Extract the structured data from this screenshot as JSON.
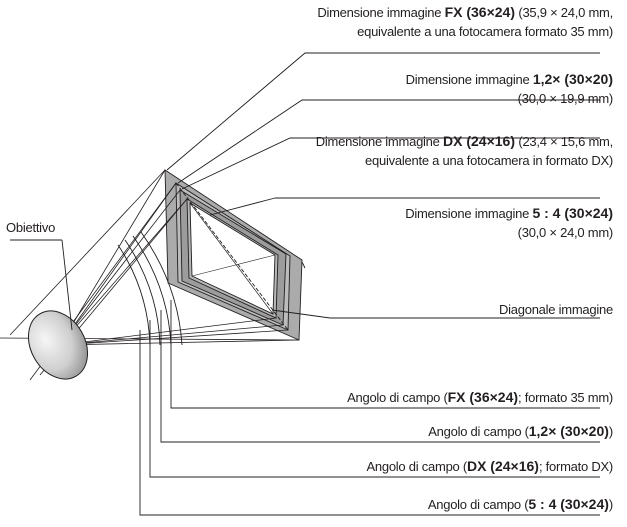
{
  "labels": {
    "fx": {
      "prefix": "Dimensione immagine ",
      "bold": "FX (36×24)",
      "suffix": " (35,9 × 24,0 mm,",
      "line2": "equivalente a una fotocamera formato 35 mm)"
    },
    "r12": {
      "prefix": "Dimensione immagine ",
      "bold": "1,2× (30×20)",
      "line2": "(30,0 × 19,9 mm)"
    },
    "dx": {
      "prefix": "Dimensione immagine ",
      "bold": "DX (24×16)",
      "suffix": " (23,4 × 15,6 mm,",
      "line2": "equivalente a una fotocamera in formato DX)"
    },
    "r54": {
      "prefix": "Dimensione immagine ",
      "bold": "5 : 4 (30×24)",
      "line2": "(30,0 × 24,0 mm)"
    },
    "diagonal": "Diagonale immagine",
    "lens": "Obiettivo",
    "angle_fx": {
      "prefix": "Angolo di campo (",
      "bold": "FX (36×24)",
      "suffix": "; formato 35 mm)"
    },
    "angle_12": {
      "prefix": "Angolo di campo (",
      "bold": "1,2× (30×20)",
      "suffix": ")"
    },
    "angle_dx": {
      "prefix": "Angolo di campo (",
      "bold": "DX (24×16)",
      "suffix": "; formato DX)"
    },
    "angle_54": {
      "prefix": "Angolo di campo (",
      "bold": "5 : 4 (30×24)",
      "suffix": ")"
    }
  },
  "colors": {
    "line": "#231f20",
    "frame_fill": "#9b9b9b",
    "inner_fill": "#c4c4c4",
    "lens_fill": "#cfcfcf"
  }
}
